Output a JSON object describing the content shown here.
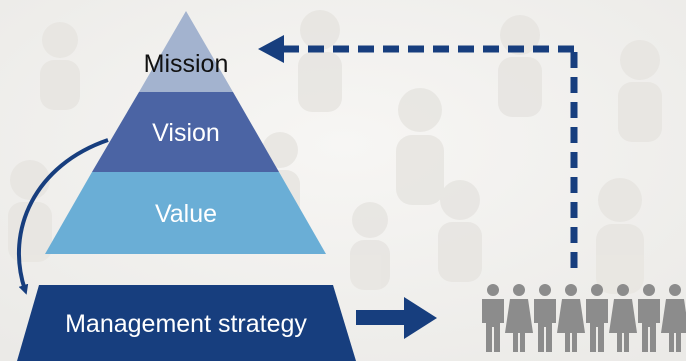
{
  "diagram": {
    "pyramid": {
      "top_label": "Mission",
      "middle_label": "Vision",
      "bottom_label": "Value"
    },
    "strategy_label": "Management strategy",
    "colors": {
      "mission": "#a3b3cf",
      "vision": "#4b64a4",
      "value": "#6aaed6",
      "strategy": "#173e7e",
      "arrow": "#173e7e",
      "people": "#8c8c8c",
      "background": "#f2f1ef"
    },
    "icons": {
      "people": "people-group-icon",
      "flow_arrow": "arrow-right-icon",
      "feedback_arrow": "dashed-feedback-arrow",
      "curved_arrow": "curved-arrow-icon"
    }
  }
}
